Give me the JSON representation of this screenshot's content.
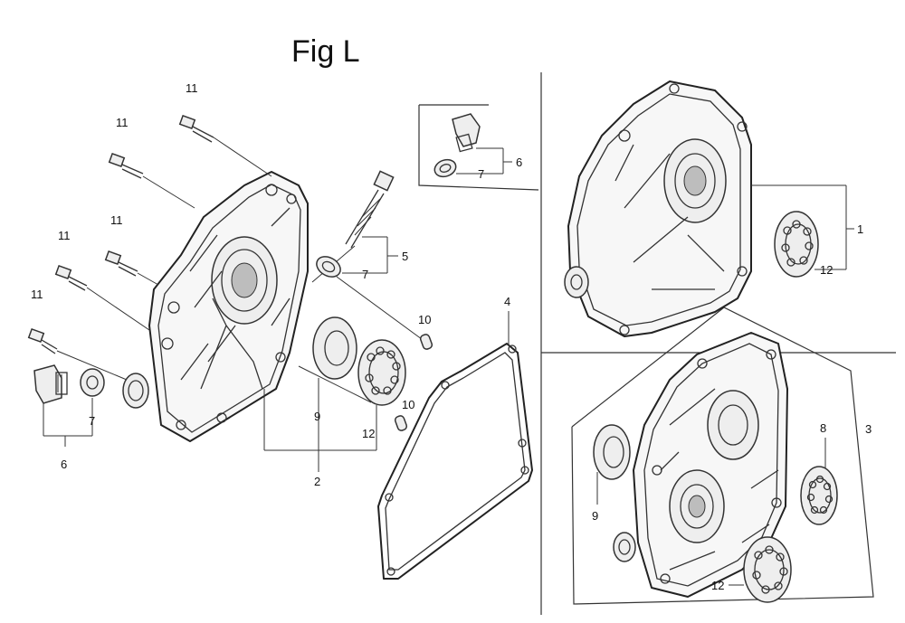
{
  "title": "Fig L",
  "callouts": {
    "c1": "1",
    "c2": "2",
    "c3": "3",
    "c4": "4",
    "c5": "5",
    "c6a": "6",
    "c6b": "6",
    "c7a": "7",
    "c7b": "7",
    "c7c": "7",
    "c8": "8",
    "c9a": "9",
    "c9b": "9",
    "c10a": "10",
    "c10b": "10",
    "c11a": "11",
    "c11b": "11",
    "c11c": "11",
    "c11d": "11",
    "c11e": "11",
    "c12a": "12",
    "c12b": "12",
    "c12c": "12"
  }
}
